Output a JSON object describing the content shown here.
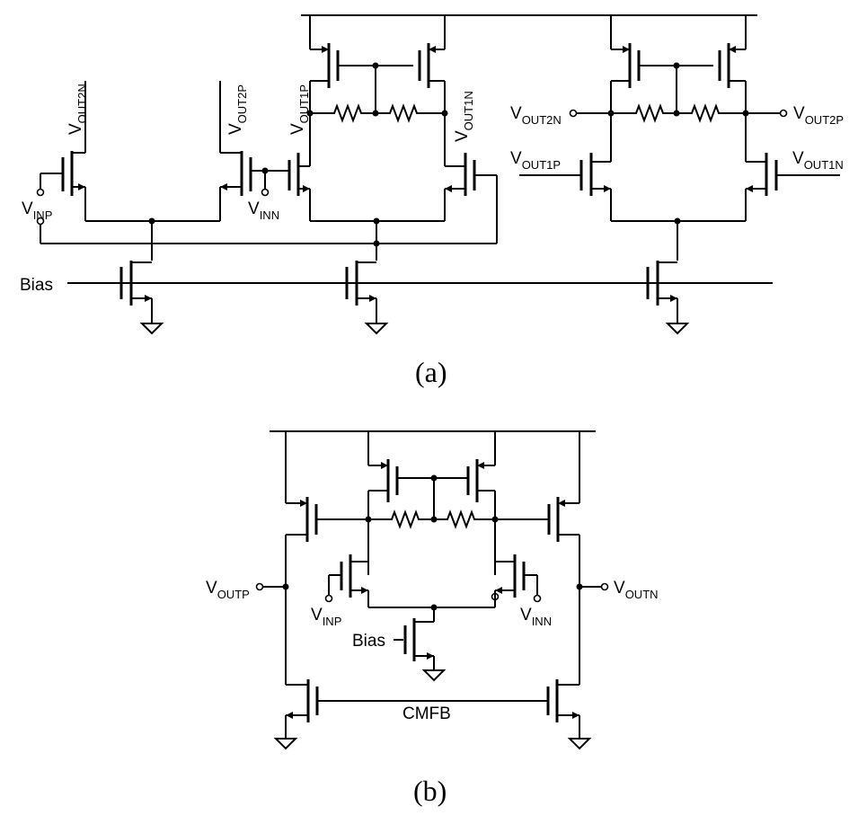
{
  "diagram_a": {
    "caption": "(a)",
    "labels": {
      "bias": "Bias",
      "v": "V",
      "inp_sub": "INP",
      "inn_sub": "INN",
      "out2n_sub": "OUT2N",
      "out2p_sub": "OUT2P",
      "out1p_sub": "OUT1P",
      "out1n_sub": "OUT1N"
    }
  },
  "diagram_b": {
    "caption": "(b)",
    "labels": {
      "bias": "Bias",
      "cmfb": "CMFB",
      "v": "V",
      "outp_sub": "OUTP",
      "outn_sub": "OUTN",
      "inp_sub": "INP",
      "inn_sub": "INN"
    }
  }
}
